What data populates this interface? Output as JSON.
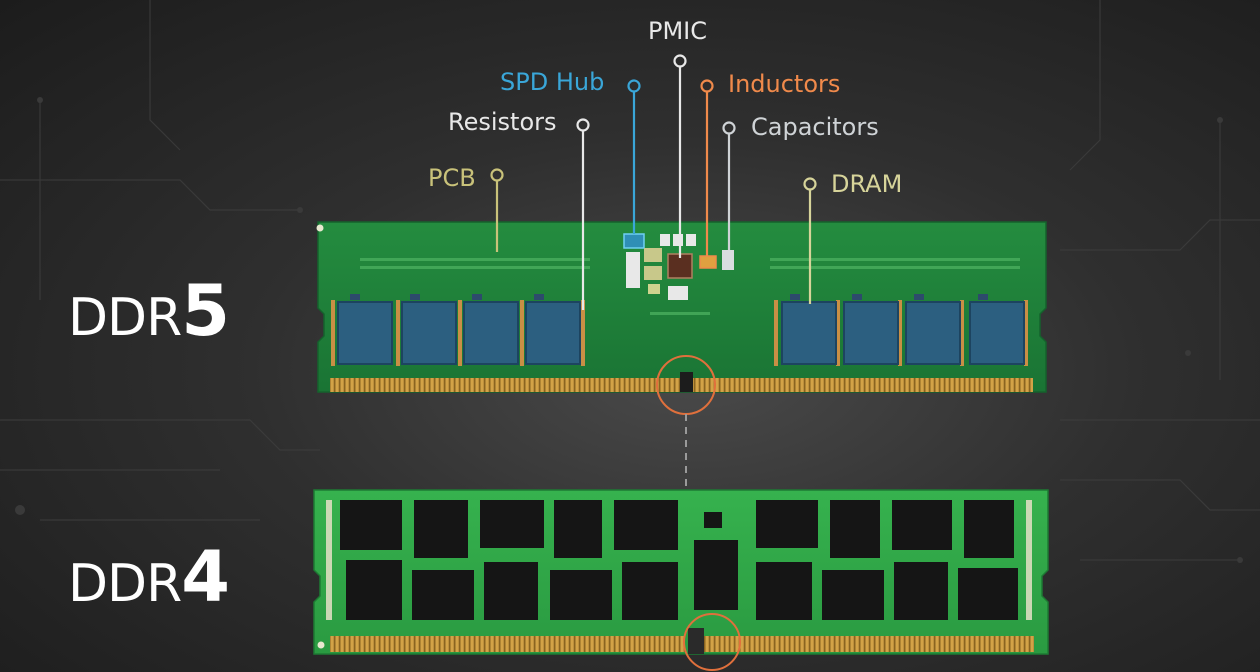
{
  "modules": [
    {
      "prefix": "DDR",
      "number": "5"
    },
    {
      "prefix": "DDR",
      "number": "4"
    }
  ],
  "callouts": [
    {
      "label": "PMIC",
      "color": "#e8e8e8"
    },
    {
      "label": "SPD Hub",
      "color": "#3aa6d8"
    },
    {
      "label": "Inductors",
      "color": "#f08a4b"
    },
    {
      "label": "Resistors",
      "color": "#e8e8e8"
    },
    {
      "label": "Capacitors",
      "color": "#cfd3d6"
    },
    {
      "label": "PCB",
      "color": "#c9c27a"
    },
    {
      "label": "DRAM",
      "color": "#d7d49a"
    }
  ],
  "colors": {
    "pcb_green": "#1f8a3a",
    "pcb_green_bright": "#2fae4a",
    "gold_contacts": "#c79a3a",
    "notch_highlight": "#e0703c",
    "dram_ddr5": "#2c5f80",
    "dram_ddr4": "#151515"
  }
}
